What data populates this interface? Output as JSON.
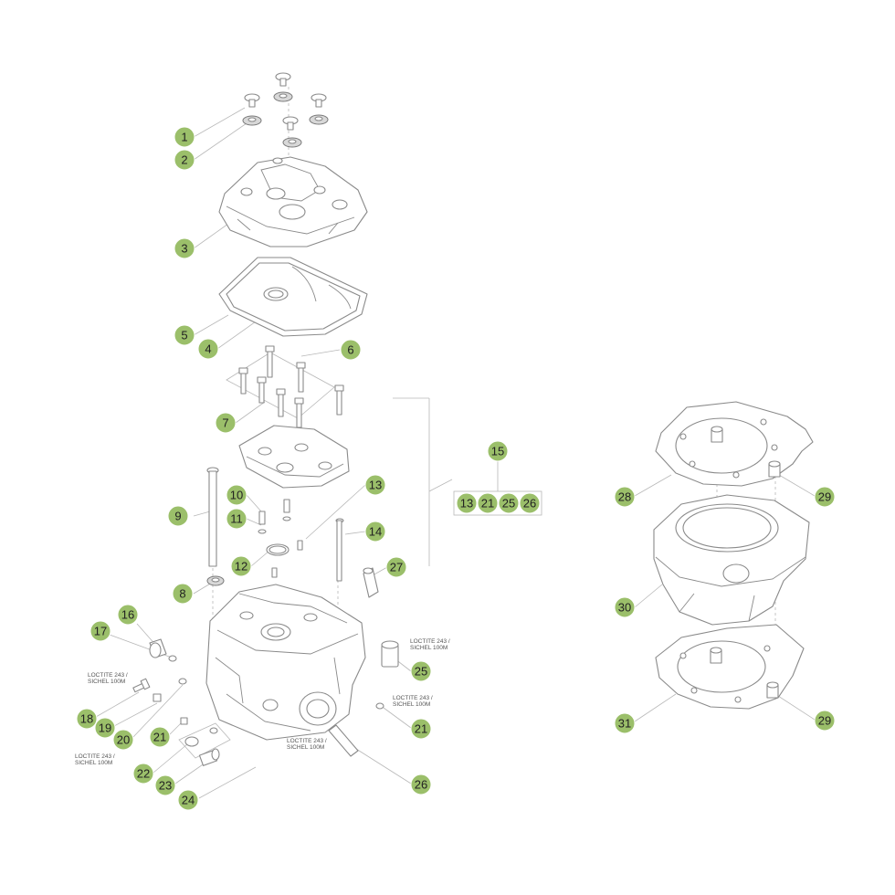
{
  "colors": {
    "badge_fill": "#9bbf6a",
    "line": "#8a8a8a",
    "leader": "#b8b8b8"
  },
  "badges": {
    "b1": "1",
    "b2": "2",
    "b3": "3",
    "b4": "4",
    "b5": "5",
    "b6": "6",
    "b7": "7",
    "b8": "8",
    "b9": "9",
    "b10": "10",
    "b11": "11",
    "b12": "12",
    "b13": "13",
    "b14": "14",
    "b15": "15",
    "b16": "16",
    "b17": "17",
    "b18": "18",
    "b19": "19",
    "b20": "20",
    "b21a": "21",
    "b21b": "21",
    "b22": "22",
    "b23": "23",
    "b24": "24",
    "b25": "25",
    "b26": "26",
    "b27": "27",
    "b28": "28",
    "b29a": "29",
    "b29b": "29",
    "b30": "30",
    "b31": "31",
    "kit13": "13",
    "kit21": "21",
    "kit25": "25",
    "kit26": "26"
  },
  "notes": {
    "loctite_line1": "LOCTITE 243 /",
    "loctite_line2": "SICHEL 100M"
  }
}
